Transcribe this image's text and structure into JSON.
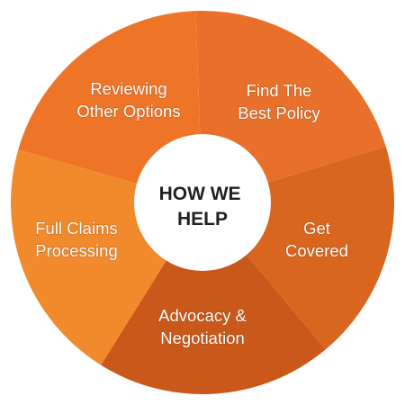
{
  "center": {
    "line1": "HOW WE",
    "line2": "HELP"
  },
  "segments": [
    {
      "id": "find-best-policy",
      "line1": "Find The",
      "line2": "Best Policy",
      "color": "#e8702a"
    },
    {
      "id": "get-covered",
      "line1": "Get",
      "line2": "Covered",
      "color": "#d8661f"
    },
    {
      "id": "advocacy-negotiation",
      "line1": "Advocacy &",
      "line2": "Negotiation",
      "color": "#c9581a"
    },
    {
      "id": "full-claims-processing",
      "line1": "Full Claims",
      "line2": "Processing",
      "color": "#f18a2c"
    },
    {
      "id": "reviewing-other-options",
      "line1": "Reviewing",
      "line2": "Other Options",
      "color": "#ee7528"
    }
  ],
  "colors": {
    "center_fill": "#ffffff",
    "center_text": "#231f20",
    "label_text": "#ffffff"
  }
}
